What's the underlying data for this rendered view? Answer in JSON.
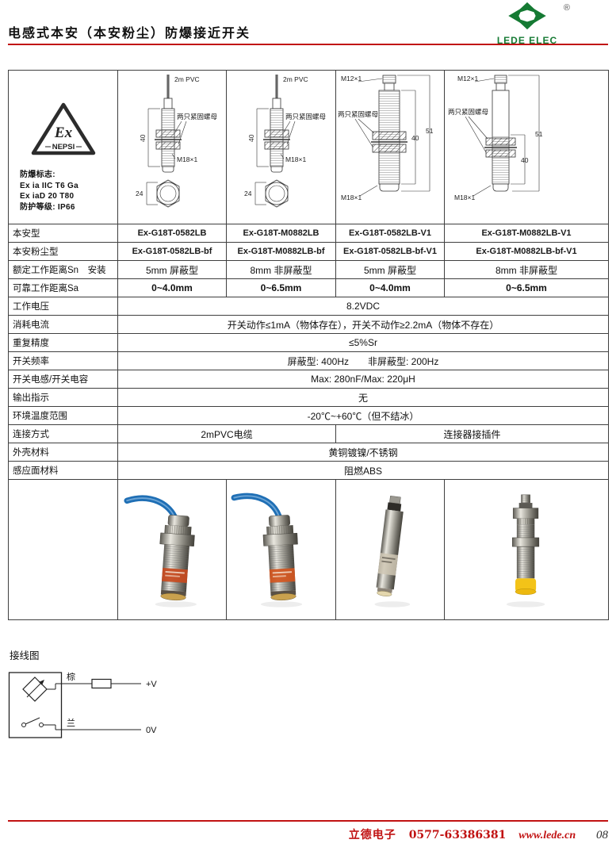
{
  "header": {
    "title": "电感式本安（本安粉尘）防爆接近开关",
    "brand": "LEDE ELEC",
    "registered": "®"
  },
  "cert": {
    "ex": "Ex",
    "nepsi": "NEPSI",
    "line1": "防爆标志:",
    "line2": "Ex ia IIC T6 Ga",
    "line3": "Ex iaD 20 T80",
    "line4": "防护等级: IP66"
  },
  "drawing_labels": {
    "cable": "2m PVC",
    "nuts": "两只紧固螺母",
    "dim_40": "40",
    "dim_24": "24",
    "dim_51": "51",
    "m18": "M18×1",
    "m12": "M12×1"
  },
  "spec_table": {
    "rows": [
      {
        "label": "本安型",
        "c": [
          "Ex-G18T-0582LB",
          "Ex-G18T-M0882LB",
          "Ex-G18T-0582LB-V1",
          "Ex-G18T-M0882LB-V1"
        ]
      },
      {
        "label": "本安粉尘型",
        "c": [
          "Ex-G18T-0582LB-bf",
          "Ex-G18T-M0882LB-bf",
          "Ex-G18T-0582LB-bf-V1",
          "Ex-G18T-M0882LB-bf-V1"
        ]
      },
      {
        "label": "额定工作距离Sn　安装",
        "c": [
          "5mm 屏蔽型",
          "8mm 非屏蔽型",
          "5mm 屏蔽型",
          "8mm 非屏蔽型"
        ]
      },
      {
        "label": "可靠工作距离Sa",
        "c": [
          "0~4.0mm",
          "0~6.5mm",
          "0~4.0mm",
          "0~6.5mm"
        ]
      },
      {
        "label": "工作电压",
        "full": "8.2VDC"
      },
      {
        "label": "消耗电流",
        "full": "开关动作≤1mA（物体存在），开关不动作≥2.2mA（物体不存在）"
      },
      {
        "label": "重复精度",
        "full": "≤5%Sr"
      },
      {
        "label": "开关频率",
        "full": "屏蔽型: 400Hz　　非屏蔽型: 200Hz"
      },
      {
        "label": "开关电感/开关电容",
        "full": "Max: 280nF/Max: 220μH"
      },
      {
        "label": "输出指示",
        "full": "无"
      },
      {
        "label": "环境温度范围",
        "full": "-20℃~+60℃（但不结冰）"
      },
      {
        "label": "连接方式",
        "left": "2mPVC电缆",
        "right": "连接器接插件"
      },
      {
        "label": "外壳材料",
        "full": "黄铜镀镍/不锈钢"
      },
      {
        "label": "感应面材料",
        "full": "阻燃ABS"
      }
    ]
  },
  "wiring": {
    "title": "接线图",
    "wire_brown": "棕",
    "wire_blue": "兰",
    "v_plus": "+V",
    "v_zero": "0V"
  },
  "footer": {
    "company": "立德电子",
    "phone": "0577-63386381",
    "website": "www.lede.cn",
    "page_no": "08"
  },
  "colors": {
    "accent_red": "#c11212",
    "brand_green": "#157a33"
  }
}
